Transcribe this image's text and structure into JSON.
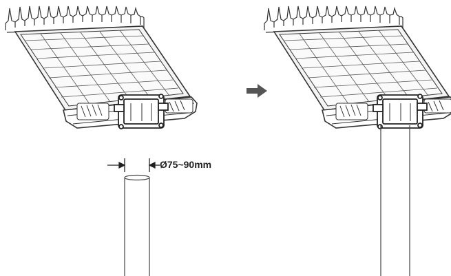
{
  "diagram": {
    "steps": [
      {
        "label": "light-with-bracket"
      },
      {
        "label": "light-mounted-on-pole"
      }
    ],
    "dimension": {
      "text": "Ø75~90mm"
    },
    "colors": {
      "stroke": "#333333",
      "panel_fill": "#f4f4f4",
      "cell_fill": "#e6e6e6",
      "arrow": "#555555"
    },
    "icons": [
      "solar-panel-icon",
      "arrow-right-icon",
      "pole-icon"
    ]
  }
}
